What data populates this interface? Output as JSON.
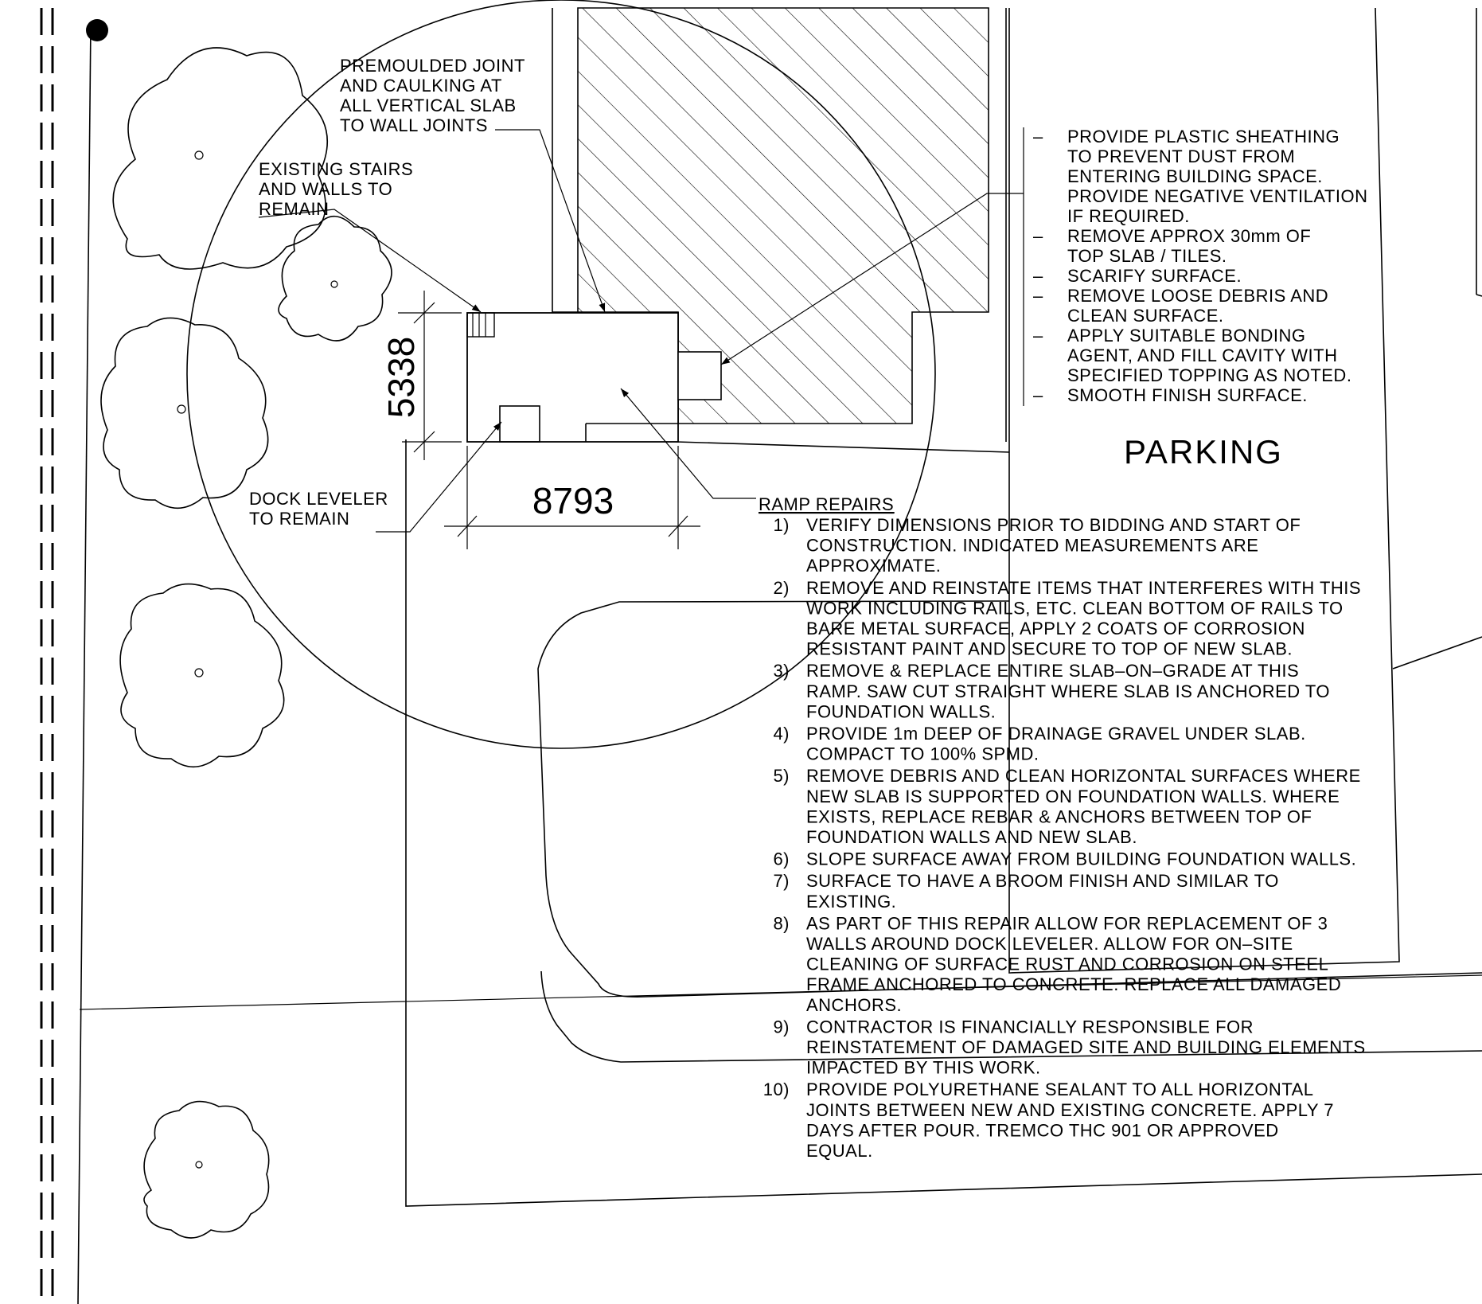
{
  "labels": {
    "premoulded_joint": [
      "PREMOULDED JOINT",
      "AND CAULKING AT",
      "ALL VERTICAL SLAB",
      "TO WALL JOINTS"
    ],
    "existing_stairs": [
      "EXISTING STAIRS",
      "AND WALLS TO",
      "REMAIN"
    ],
    "dock_leveler": [
      "DOCK LEVELER",
      "TO REMAIN"
    ],
    "ramp_repairs_title": "RAMP REPAIRS",
    "parking": "PARKING"
  },
  "dimensions": {
    "width": "8793",
    "height": "5338"
  },
  "surface_notes": [
    {
      "bullet": "–",
      "lines": [
        "PROVIDE PLASTIC SHEATHING",
        "TO PREVENT DUST FROM",
        "ENTERING BUILDING SPACE.",
        "PROVIDE NEGATIVE VENTILATION",
        "IF REQUIRED."
      ]
    },
    {
      "bullet": "–",
      "lines": [
        "REMOVE APPROX 30mm OF",
        "TOP SLAB / TILES."
      ]
    },
    {
      "bullet": "–",
      "lines": [
        "SCARIFY SURFACE."
      ]
    },
    {
      "bullet": "–",
      "lines": [
        "REMOVE LOOSE DEBRIS AND",
        "CLEAN SURFACE."
      ]
    },
    {
      "bullet": "–",
      "lines": [
        "APPLY SUITABLE BONDING",
        "AGENT, AND FILL CAVITY WITH",
        "SPECIFIED TOPPING AS NOTED."
      ]
    },
    {
      "bullet": "–",
      "lines": [
        "SMOOTH FINISH SURFACE."
      ]
    }
  ],
  "ramp_notes": [
    {
      "num": "1)",
      "lines": [
        "VERIFY DIMENSIONS PRIOR TO BIDDING AND START OF",
        "CONSTRUCTION. INDICATED MEASUREMENTS ARE",
        "APPROXIMATE."
      ]
    },
    {
      "num": "2)",
      "lines": [
        "REMOVE AND REINSTATE ITEMS THAT INTERFERES WITH THIS",
        "WORK INCLUDING RAILS, ETC. CLEAN BOTTOM OF RAILS TO",
        "BARE METAL SURFACE, APPLY 2 COATS OF CORROSION",
        "RESISTANT PAINT AND SECURE TO TOP OF NEW SLAB."
      ]
    },
    {
      "num": "3)",
      "lines": [
        "REMOVE & REPLACE ENTIRE SLAB–ON–GRADE AT THIS",
        "RAMP. SAW CUT STRAIGHT WHERE SLAB IS ANCHORED TO",
        "FOUNDATION WALLS."
      ]
    },
    {
      "num": "4)",
      "lines": [
        "PROVIDE 1m DEEP OF DRAINAGE GRAVEL UNDER SLAB.",
        "COMPACT TO 100% SPMD."
      ]
    },
    {
      "num": "5)",
      "lines": [
        "REMOVE DEBRIS AND CLEAN HORIZONTAL SURFACES WHERE",
        "NEW SLAB IS SUPPORTED ON FOUNDATION WALLS. WHERE",
        "EXISTS, REPLACE REBAR & ANCHORS BETWEEN TOP OF",
        "FOUNDATION WALLS AND NEW SLAB."
      ]
    },
    {
      "num": "6)",
      "lines": [
        "SLOPE SURFACE AWAY FROM BUILDING FOUNDATION WALLS."
      ]
    },
    {
      "num": "7)",
      "lines": [
        "SURFACE TO HAVE A BROOM FINISH AND  SIMILAR TO",
        "EXISTING."
      ]
    },
    {
      "num": "8)",
      "lines": [
        "AS PART OF THIS REPAIR ALLOW FOR REPLACEMENT OF 3",
        "WALLS AROUND DOCK LEVELER. ALLOW FOR ON–SITE",
        "CLEANING OF SURFACE RUST AND CORROSION ON STEEL",
        "FRAME ANCHORED TO CONCRETE. REPLACE ALL DAMAGED",
        "ANCHORS."
      ]
    },
    {
      "num": "9)",
      "lines": [
        "CONTRACTOR IS FINANCIALLY RESPONSIBLE FOR",
        "REINSTATEMENT OF DAMAGED SITE AND BUILDING ELEMENTS",
        "IMPACTED BY THIS WORK."
      ]
    },
    {
      "num": "10)",
      "lines": [
        "PROVIDE POLYURETHANE SEALANT TO ALL HORIZONTAL",
        "JOINTS BETWEEN NEW AND EXISTING CONCRETE. APPLY 7",
        "DAYS AFTER POUR. TREMCO THC 901 OR APPROVED",
        "EQUAL."
      ]
    }
  ]
}
